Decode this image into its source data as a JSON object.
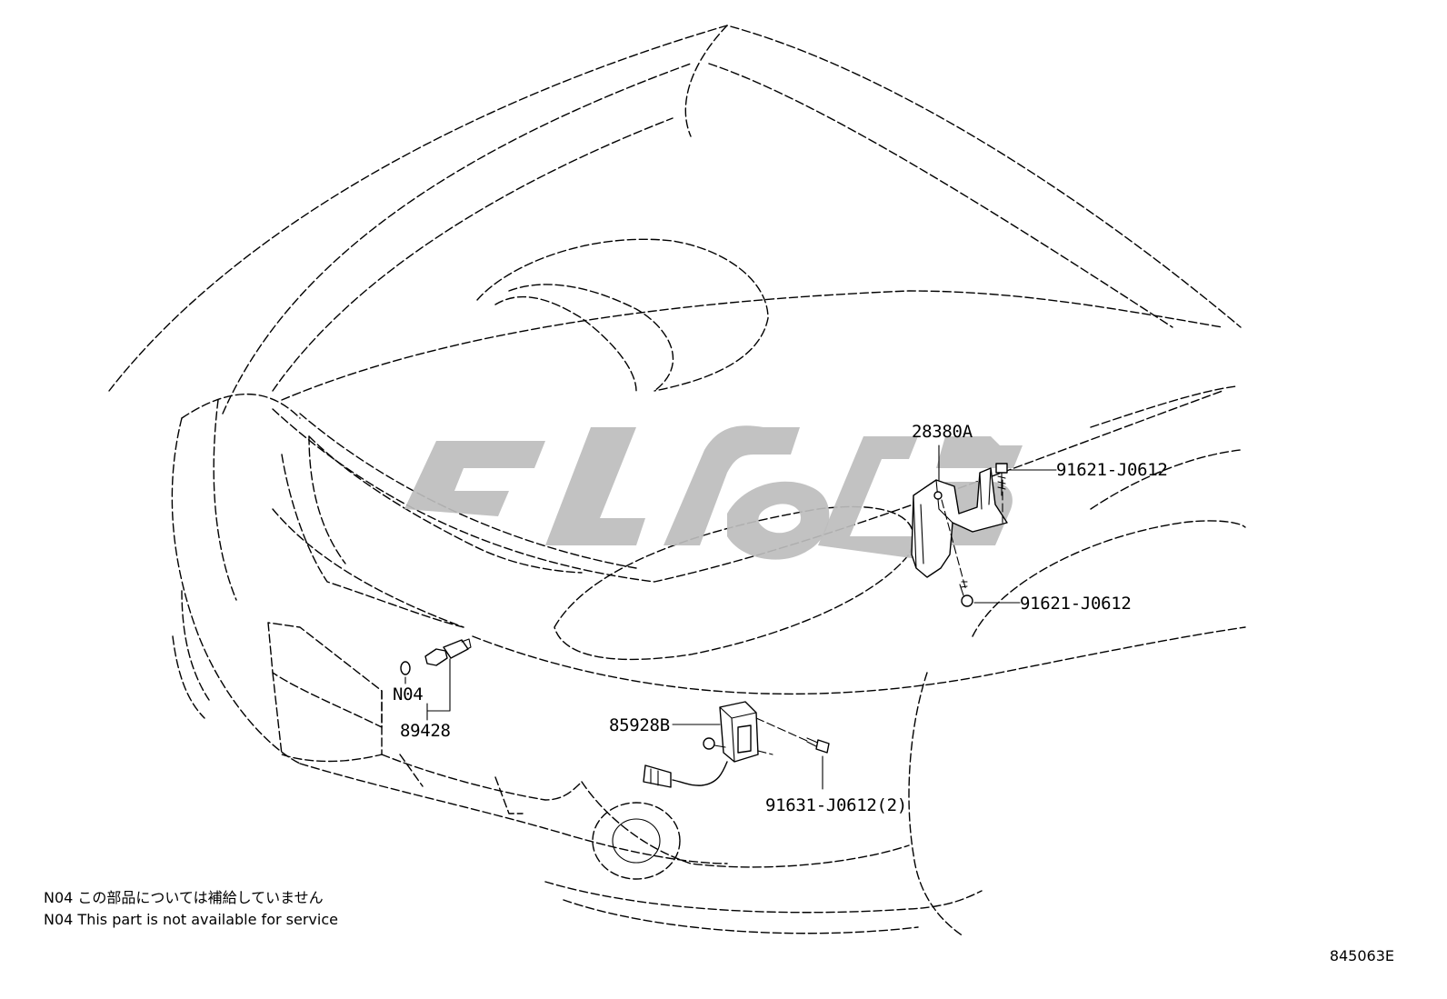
{
  "callouts": {
    "bracket_part": "28380A",
    "bolt_upper": "91621-J0612",
    "bolt_lower": "91621-J0612",
    "note_ref": "N04",
    "sensor_part": "89428",
    "module_part": "85928B",
    "module_bolt": "91631-J0612(2)"
  },
  "notes": {
    "jp": "N04 この部品については補給していません",
    "en": "N04 This part is not available for service"
  },
  "illustration_number": "845063E"
}
